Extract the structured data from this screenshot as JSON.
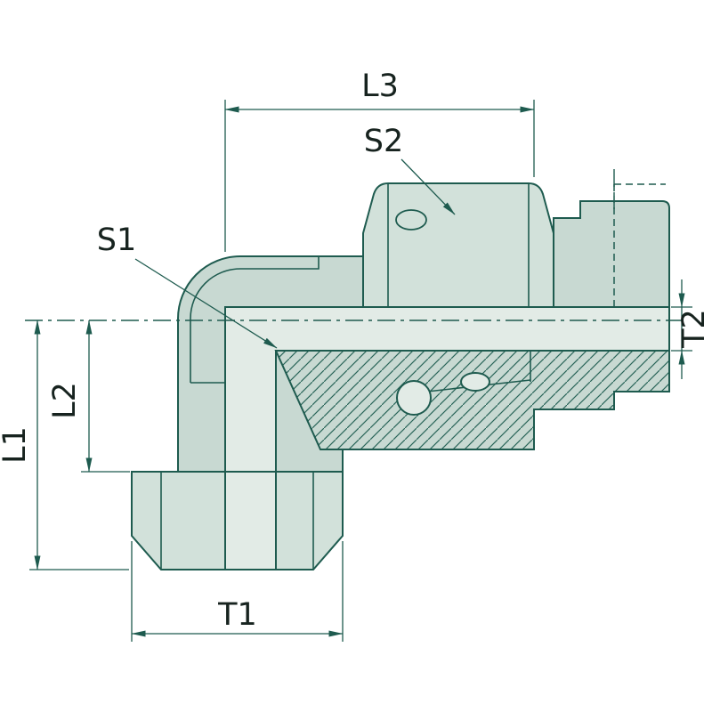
{
  "drawing": {
    "dimension_labels": {
      "l1": "L1",
      "l2": "L2",
      "l3": "L3",
      "t1": "T1",
      "t2": "T2"
    },
    "callout_labels": {
      "s1": "S1",
      "s2": "S2"
    },
    "colors": {
      "line": "#1e5b4f",
      "body_fill": "#c8d9d2",
      "nut_fill": "#d2e1da",
      "bore_fill": "#e2ebe6",
      "label_text": "#17231f",
      "background": "#ffffff"
    }
  }
}
